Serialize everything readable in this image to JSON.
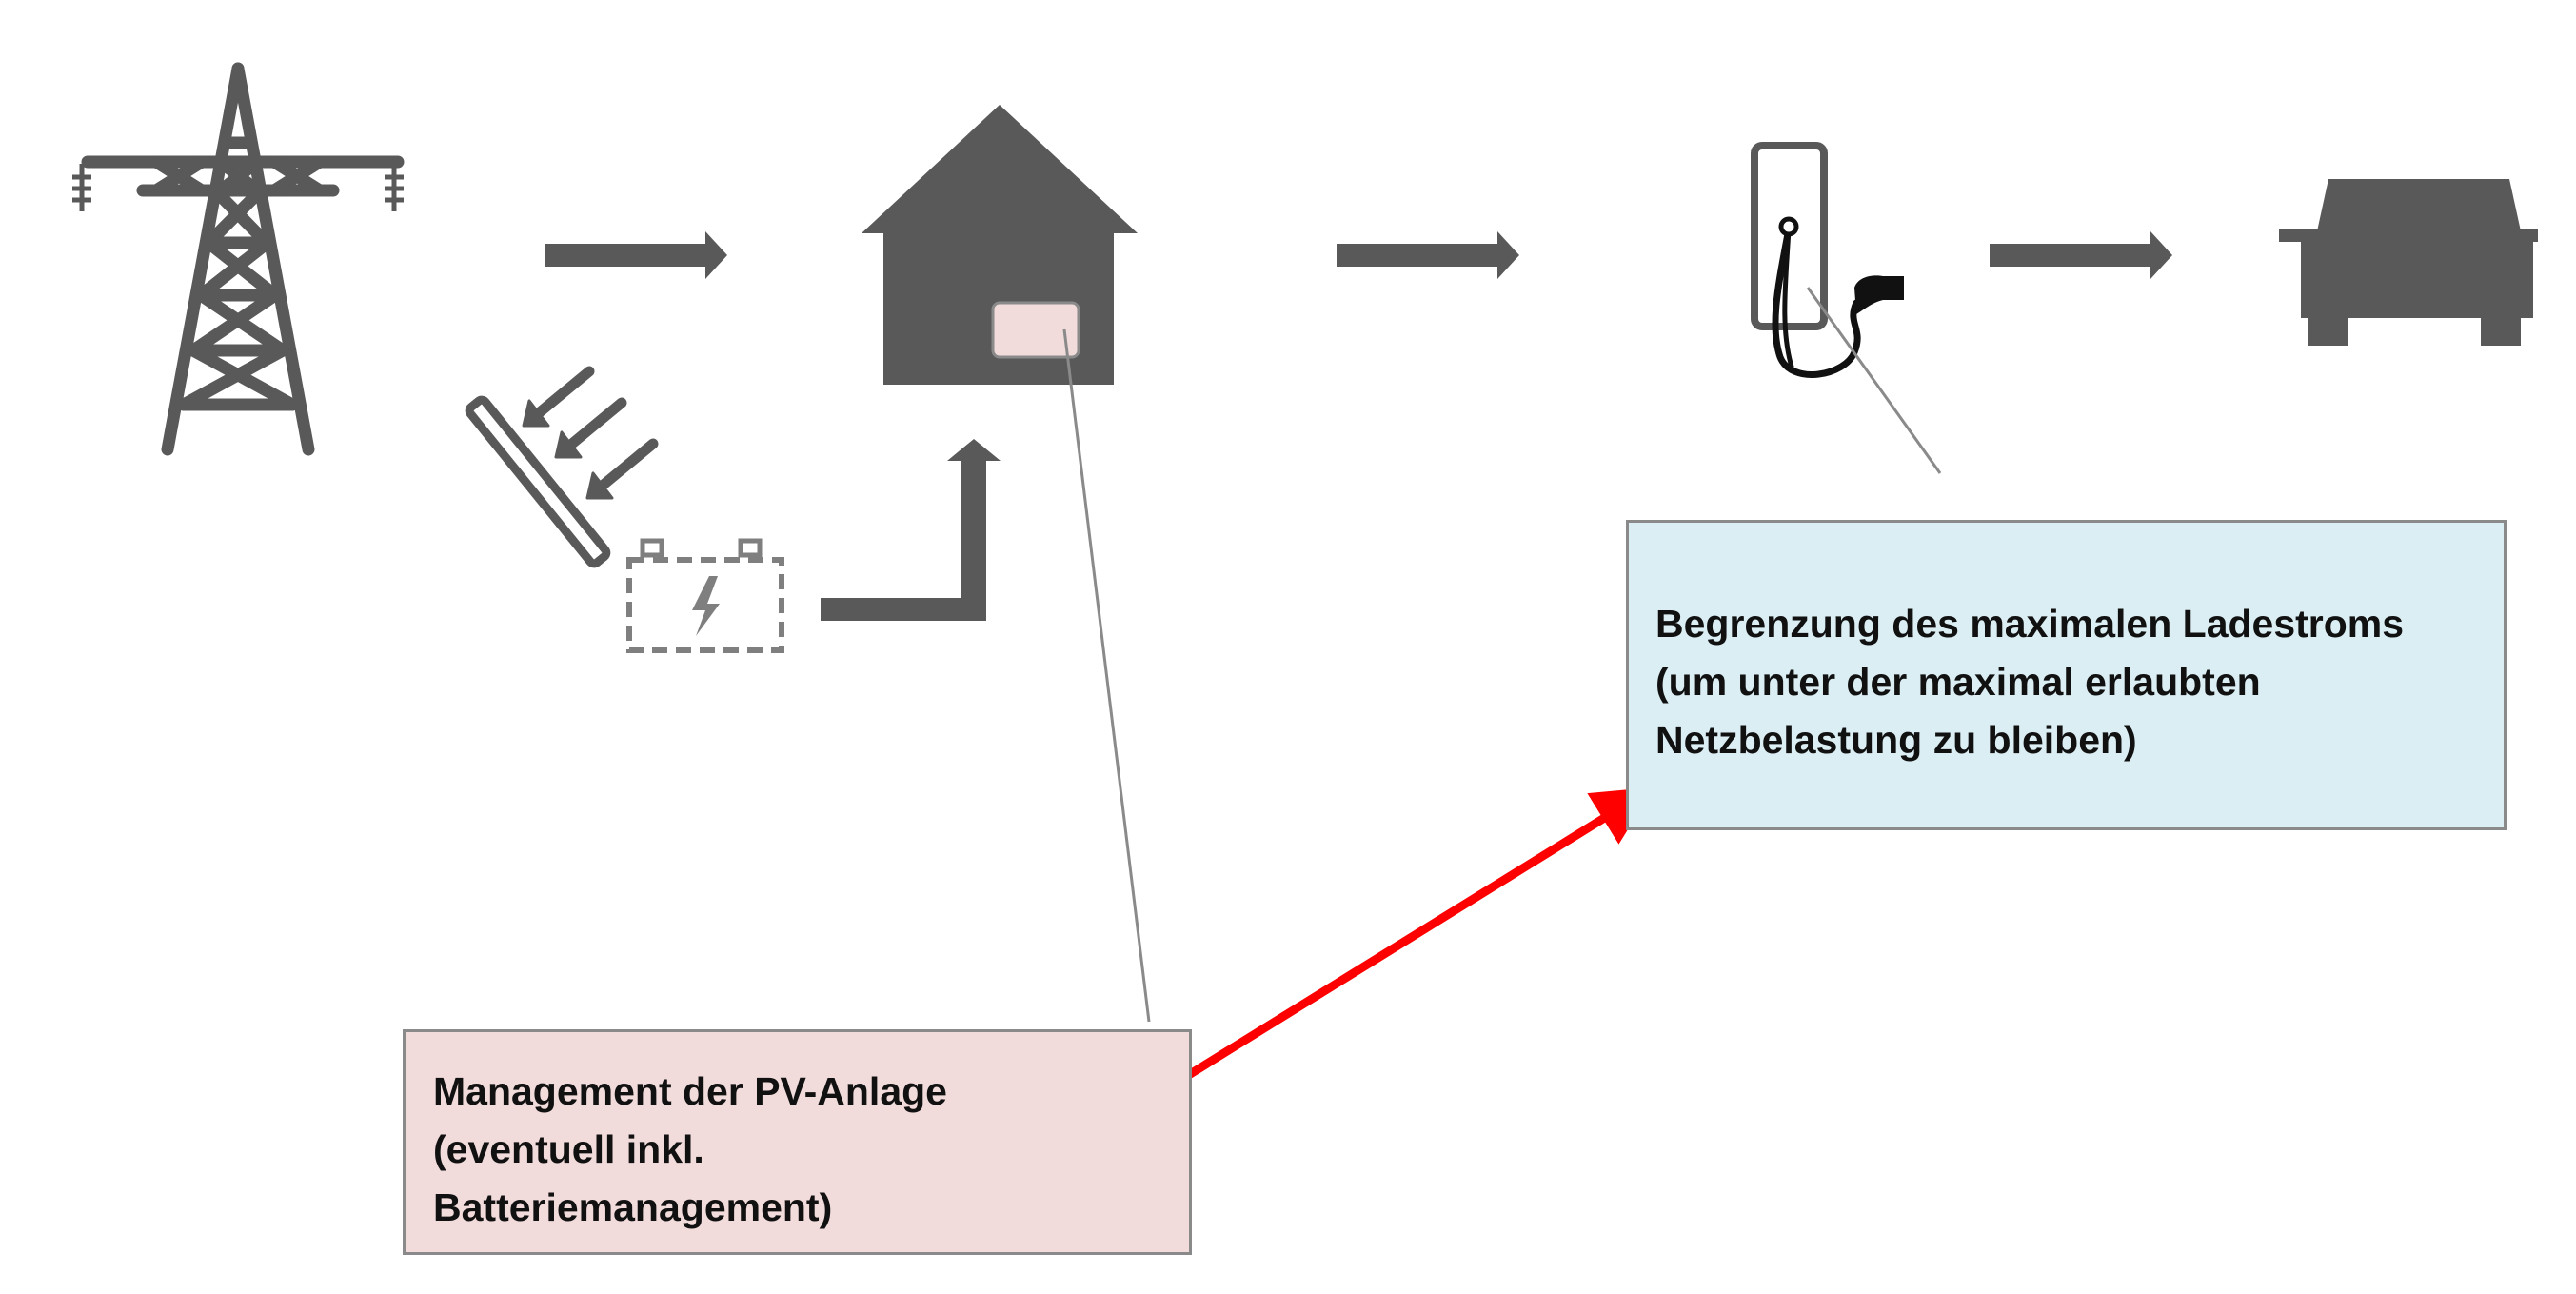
{
  "colors": {
    "icon": "#595959",
    "battery_dash": "#7f7f7f",
    "charge_box_fill": "#dbeef3",
    "pv_box_fill": "#f2dcdb",
    "controller_fill": "#f2dcdb",
    "box_border": "#8a8a8a",
    "link_arrow": "#ff0000",
    "cable": "#111111"
  },
  "icons": [
    "power-pylon-icon",
    "solar-panel-icon",
    "sunlight-arrows-icon",
    "battery-icon",
    "house-icon",
    "energy-controller-icon",
    "wallbox-charger-icon",
    "charging-plug-icon",
    "car-icon"
  ],
  "callouts": {
    "charge_limit": {
      "lines": [
        "Begrenzung des maximalen Ladestroms",
        "(um unter der maximal erlaubten",
        "Netzbelastung zu bleiben)"
      ]
    },
    "pv_management": {
      "lines": [
        "Management der PV-Anlage",
        "(eventuell inkl.",
        "Batteriemanagement)"
      ]
    }
  }
}
